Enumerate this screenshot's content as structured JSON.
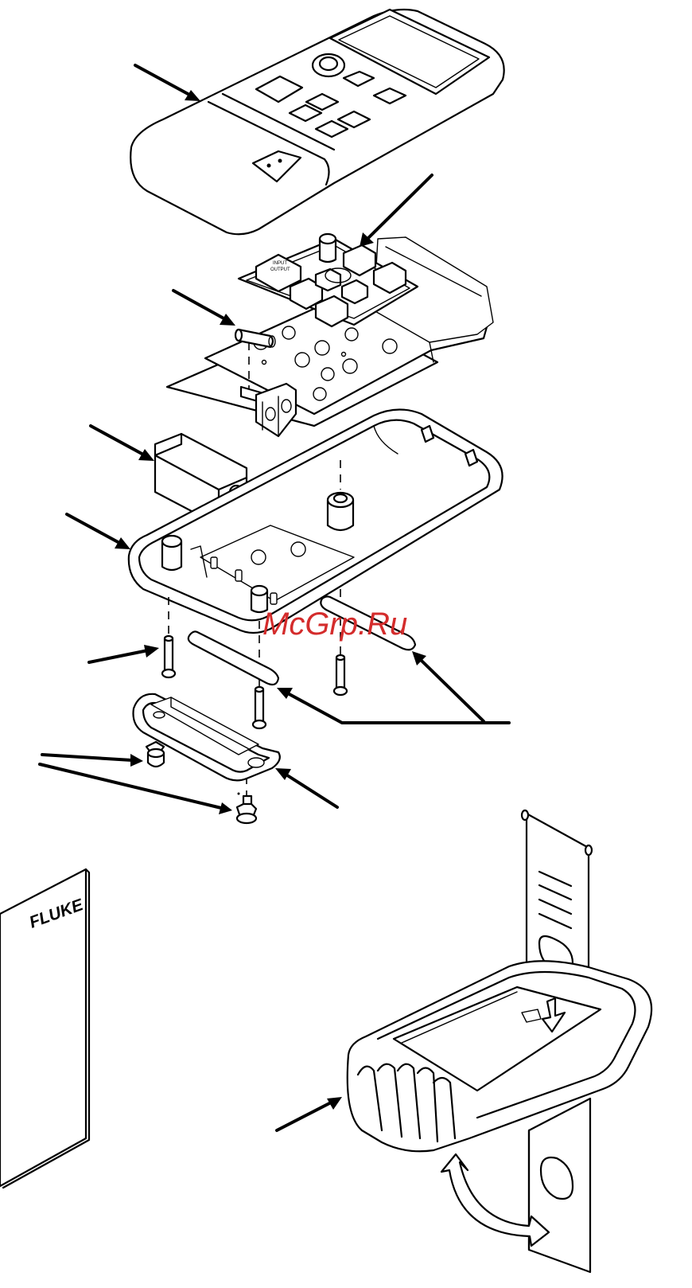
{
  "watermark": "McGrp.Ru",
  "manual": {
    "brand": "FLUKE"
  },
  "keypad": {
    "button_label_line1": "INPUT",
    "button_label_line2": "OUTPUT"
  },
  "callout_arrows": [
    "front-case-arrow",
    "keypad-arrow",
    "fuse-arrow",
    "battery-arrow",
    "rear-case-arrow",
    "screw-arrow",
    "test-lead-arrow",
    "test-lead-arrow-2",
    "clip-arrow",
    "foot-arrow",
    "foot-arrow-2",
    "holster-arrow"
  ]
}
